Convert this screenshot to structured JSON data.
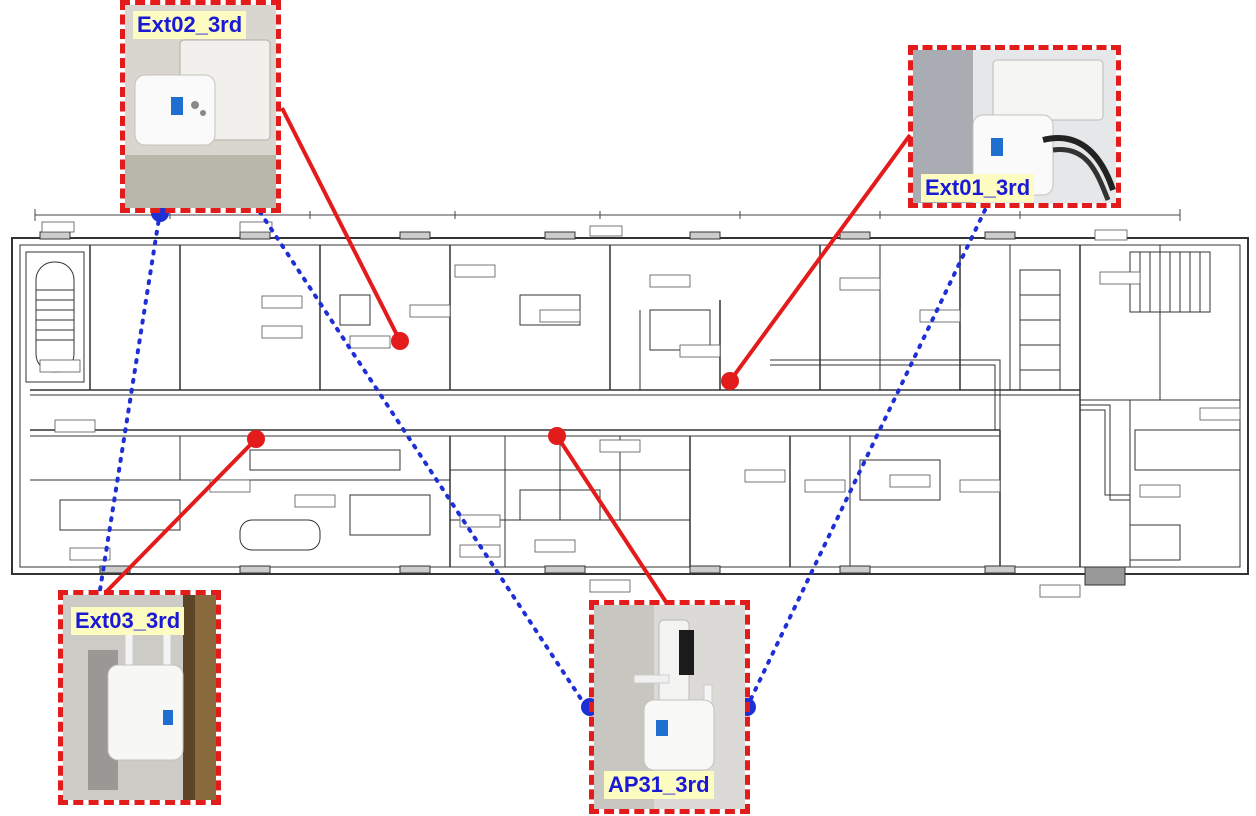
{
  "devices": [
    {
      "id": "ext02",
      "label": "Ext02_3rd"
    },
    {
      "id": "ext01",
      "label": "Ext01_3rd"
    },
    {
      "id": "ext03",
      "label": "Ext03_3rd"
    },
    {
      "id": "ap31",
      "label": "AP31_3rd"
    }
  ],
  "colors": {
    "callout_red": "#e31b1b",
    "coverage_blue": "#1f2fd6",
    "label_bg": "#fdfcc0",
    "label_text": "#1a1ad6",
    "plan_line": "#333333"
  }
}
